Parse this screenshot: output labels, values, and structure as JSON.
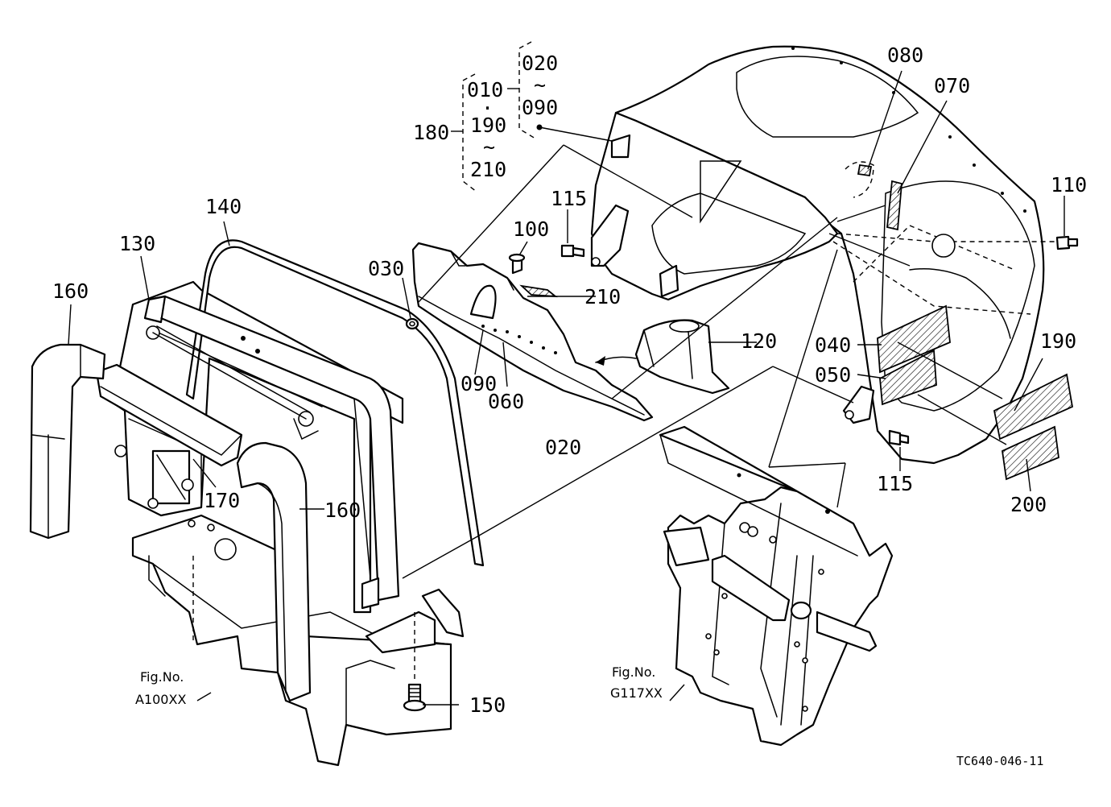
{
  "callouts": {
    "c010": "010",
    "c020a": "020",
    "c020b": "020",
    "c030": "030",
    "c040": "040",
    "c050": "050",
    "c060": "060",
    "c070": "070",
    "c080": "080",
    "c090a": "090",
    "c090b": "090",
    "c100": "100",
    "c110": "110",
    "c115a": "115",
    "c115b": "115",
    "c120": "120",
    "c130": "130",
    "c140": "140",
    "c150": "150",
    "c160a": "160",
    "c160b": "160",
    "c170": "170",
    "c180": "180",
    "c190a": "190",
    "c190b": "190",
    "c200": "200",
    "c210a": "210",
    "c210b": "210",
    "tilde1": "~",
    "tilde2": "~",
    "bullet": "·"
  },
  "references": {
    "left_fig_label": "Fig.No.",
    "left_fig_code": "A100XX",
    "right_fig_label": "Fig.No.",
    "right_fig_code": "G117XX"
  },
  "drawing_code": "TC640-046-11"
}
